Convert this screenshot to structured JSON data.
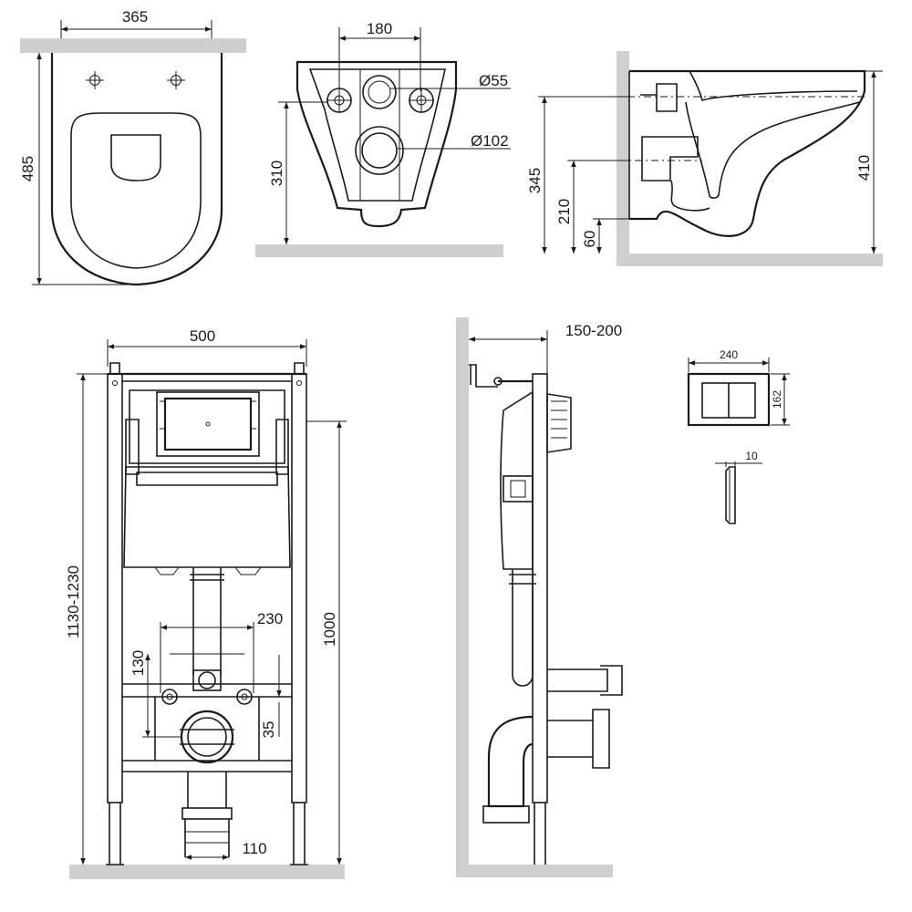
{
  "dimensions": {
    "bowl_width": "365",
    "bowl_depth": "485",
    "outlet_spacing": "180",
    "inlet_diameter": "Ø55",
    "outlet_diameter": "Ø102",
    "bottom_height": "310",
    "side_top_height": "345",
    "side_outlet_height": "210",
    "side_base_height": "60",
    "side_rim_height": "410",
    "frame_width": "500",
    "frame_height_range": "1130-1230",
    "frame_mount_height": "1000",
    "bolt_spacing": "230",
    "inlet_offset": "130",
    "outlet_offset": "35",
    "foot_width": "110",
    "wall_depth_range": "150-200",
    "plate_width": "240",
    "plate_height": "162",
    "plate_thickness": "10"
  }
}
